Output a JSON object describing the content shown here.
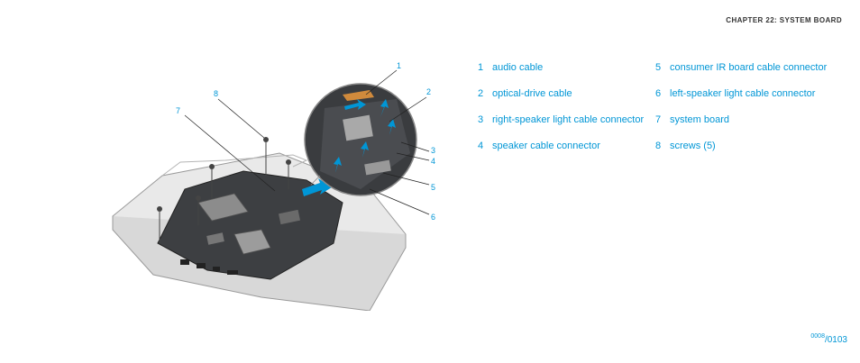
{
  "header": {
    "chapter": "CHAPTER 22: SYSTEM BOARD"
  },
  "figure": {
    "callouts": [
      "1",
      "2",
      "3",
      "4",
      "5",
      "6",
      "7",
      "8"
    ]
  },
  "legend": {
    "items": [
      {
        "num": "1",
        "label": "audio cable"
      },
      {
        "num": "2",
        "label": "optical-drive cable"
      },
      {
        "num": "3",
        "label": "right-speaker light cable connector"
      },
      {
        "num": "4",
        "label": "speaker cable connector"
      },
      {
        "num": "5",
        "label": "consumer IR board cable connector"
      },
      {
        "num": "6",
        "label": "left-speaker light cable connector"
      },
      {
        "num": "7",
        "label": "system board"
      },
      {
        "num": "8",
        "label": "screws (5)"
      }
    ]
  },
  "footer": {
    "page_sup": "0008",
    "page_main": "0103"
  },
  "colors": {
    "accent": "#0096d6",
    "text": "#333333"
  }
}
